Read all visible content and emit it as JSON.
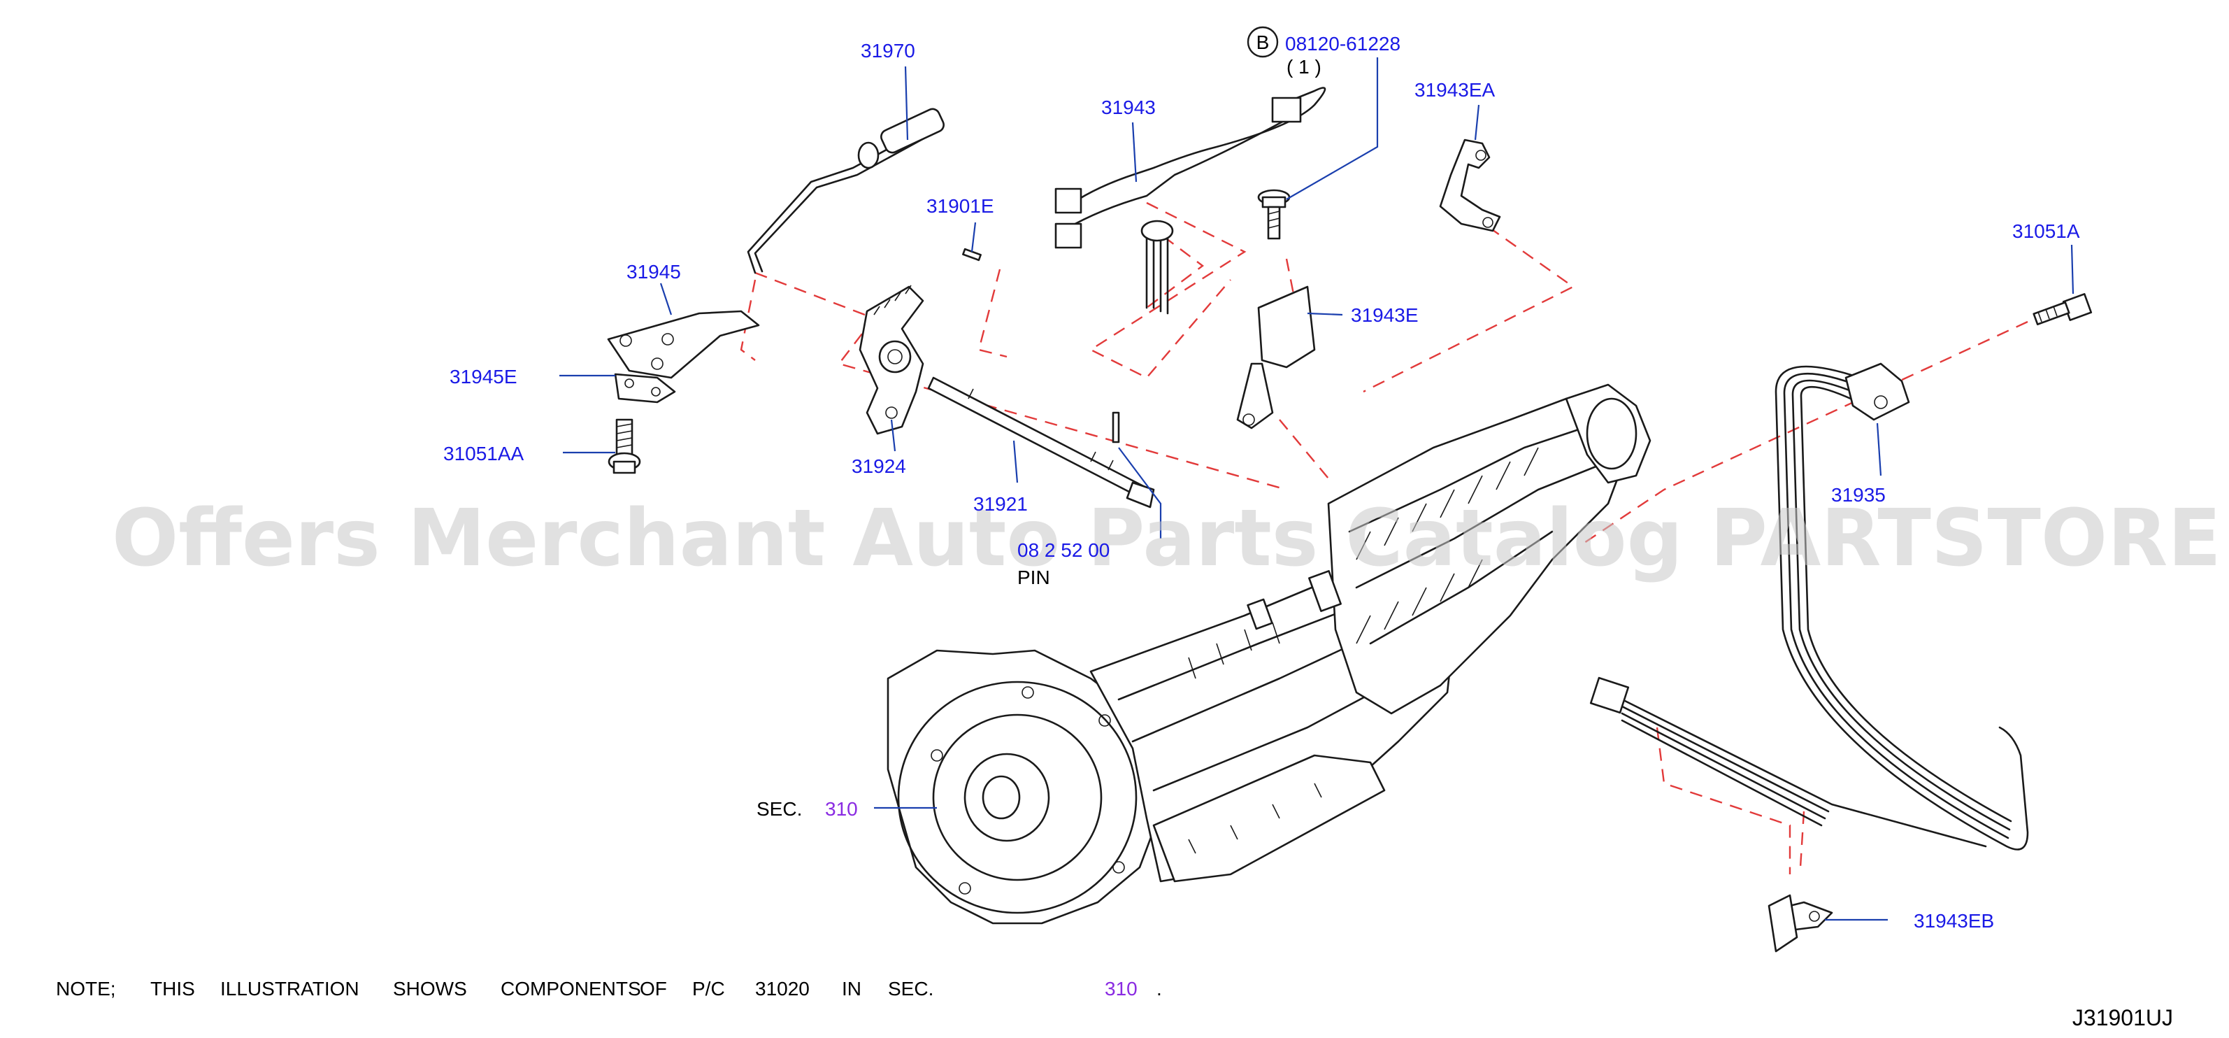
{
  "parts": {
    "p31970": "31970",
    "p31943": "31943",
    "p31901E": "31901E",
    "p31945": "31945",
    "p31945E": "31945E",
    "p31051AA": "31051AA",
    "p31924": "31924",
    "p31921": "31921",
    "p31943EA": "31943EA",
    "p31943E": "31943E",
    "p31051A": "31051A",
    "p31935": "31935",
    "p31943EB": "31943EB"
  },
  "bolt_ref": {
    "badge": "B",
    "number": "08120-61228",
    "qty": "( 1 )"
  },
  "pin": {
    "number": "08 2 52 00",
    "label": "PIN"
  },
  "section": {
    "prefix": "SEC.",
    "number": "310"
  },
  "note": {
    "w1": "NOTE;",
    "w2": "THIS",
    "w3": "ILLUSTRATION",
    "w4": "SHOWS",
    "w5": "COMPONENTS",
    "w6": "OF",
    "w7": "P/C",
    "w8": "31020",
    "w9": "IN",
    "w10": "SEC.",
    "sec": "310",
    "end": "."
  },
  "diagram_code": "J31901UJ",
  "watermark": "Offers Merchant Auto Parts Catalog PARTSTORE.SA",
  "colors": {
    "label": "#1a1ae6",
    "section": "#8a2be2",
    "dashed": "#e23a3a",
    "leader": "#1a3fae"
  }
}
